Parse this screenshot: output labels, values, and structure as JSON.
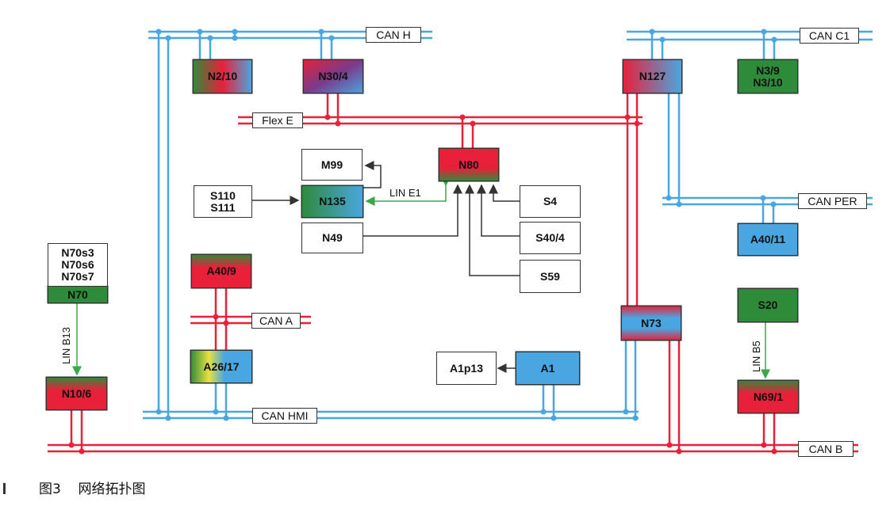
{
  "buses": {
    "can_h": "CAN H",
    "can_c1": "CAN C1",
    "flex_e": "Flex E",
    "can_per": "CAN PER",
    "can_a": "CAN A",
    "can_hmi": "CAN HMI",
    "can_b": "CAN B"
  },
  "links": {
    "lin_e1": "LIN E1",
    "lin_b13": "LIN B13",
    "lin_b5": "LIN B5"
  },
  "nodes": {
    "n2_10": "N2/10",
    "n30_4": "N30/4",
    "n127": "N127",
    "n3_9": "N3/9",
    "n3_10": "N3/10",
    "m99": "M99",
    "n80": "N80",
    "s110": "S110",
    "s111": "S111",
    "n135": "N135",
    "s4": "S4",
    "n49": "N49",
    "s40_4": "S40/4",
    "a40_11": "A40/11",
    "n70s3": "N70s3",
    "n70s6": "N70s6",
    "n70s7": "N70s7",
    "n70": "N70",
    "a40_9": "A40/9",
    "s59": "S59",
    "s20": "S20",
    "n73": "N73",
    "a26_17": "A26/17",
    "a1p13": "A1p13",
    "a1": "A1",
    "n10_6": "N10/6",
    "n69_1": "N69/1"
  },
  "caption": {
    "number": "图3",
    "title": "网络拓扑图"
  },
  "colors": {
    "can_blue": "#4aa6e0",
    "bus_red": "#e8203a",
    "ecu_green": "#2e8b3a",
    "lin_green": "#3aa84a",
    "wire_dark": "#333333"
  }
}
